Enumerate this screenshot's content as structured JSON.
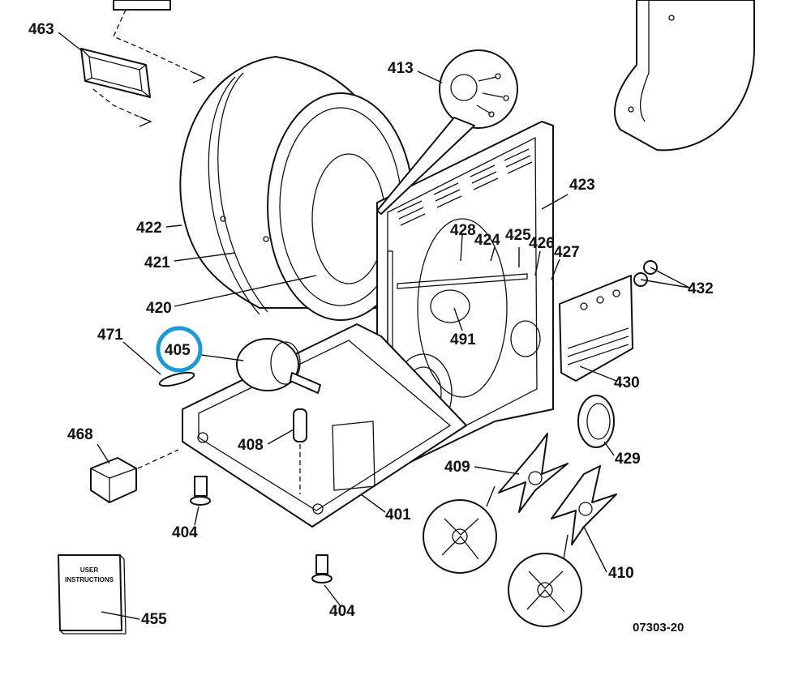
{
  "labels": {
    "p463": "463",
    "p413": "413",
    "p423": "423",
    "p422": "422",
    "p421": "421",
    "p420": "420",
    "p428": "428",
    "p424": "424",
    "p425": "425",
    "p426": "426",
    "p427": "427",
    "p432": "432",
    "p471": "471",
    "p405": "405",
    "p491": "491",
    "p430": "430",
    "p468": "468",
    "p408": "408",
    "p429": "429",
    "p409": "409",
    "p404a": "404",
    "p401": "401",
    "p404b": "404",
    "p410": "410",
    "p455": "455"
  },
  "manual": {
    "line1": "USER",
    "line2": "INSTRUCTIONS"
  },
  "figure_code": "07303-20",
  "highlight": {
    "part": "405",
    "color": "#1a9ad6"
  }
}
